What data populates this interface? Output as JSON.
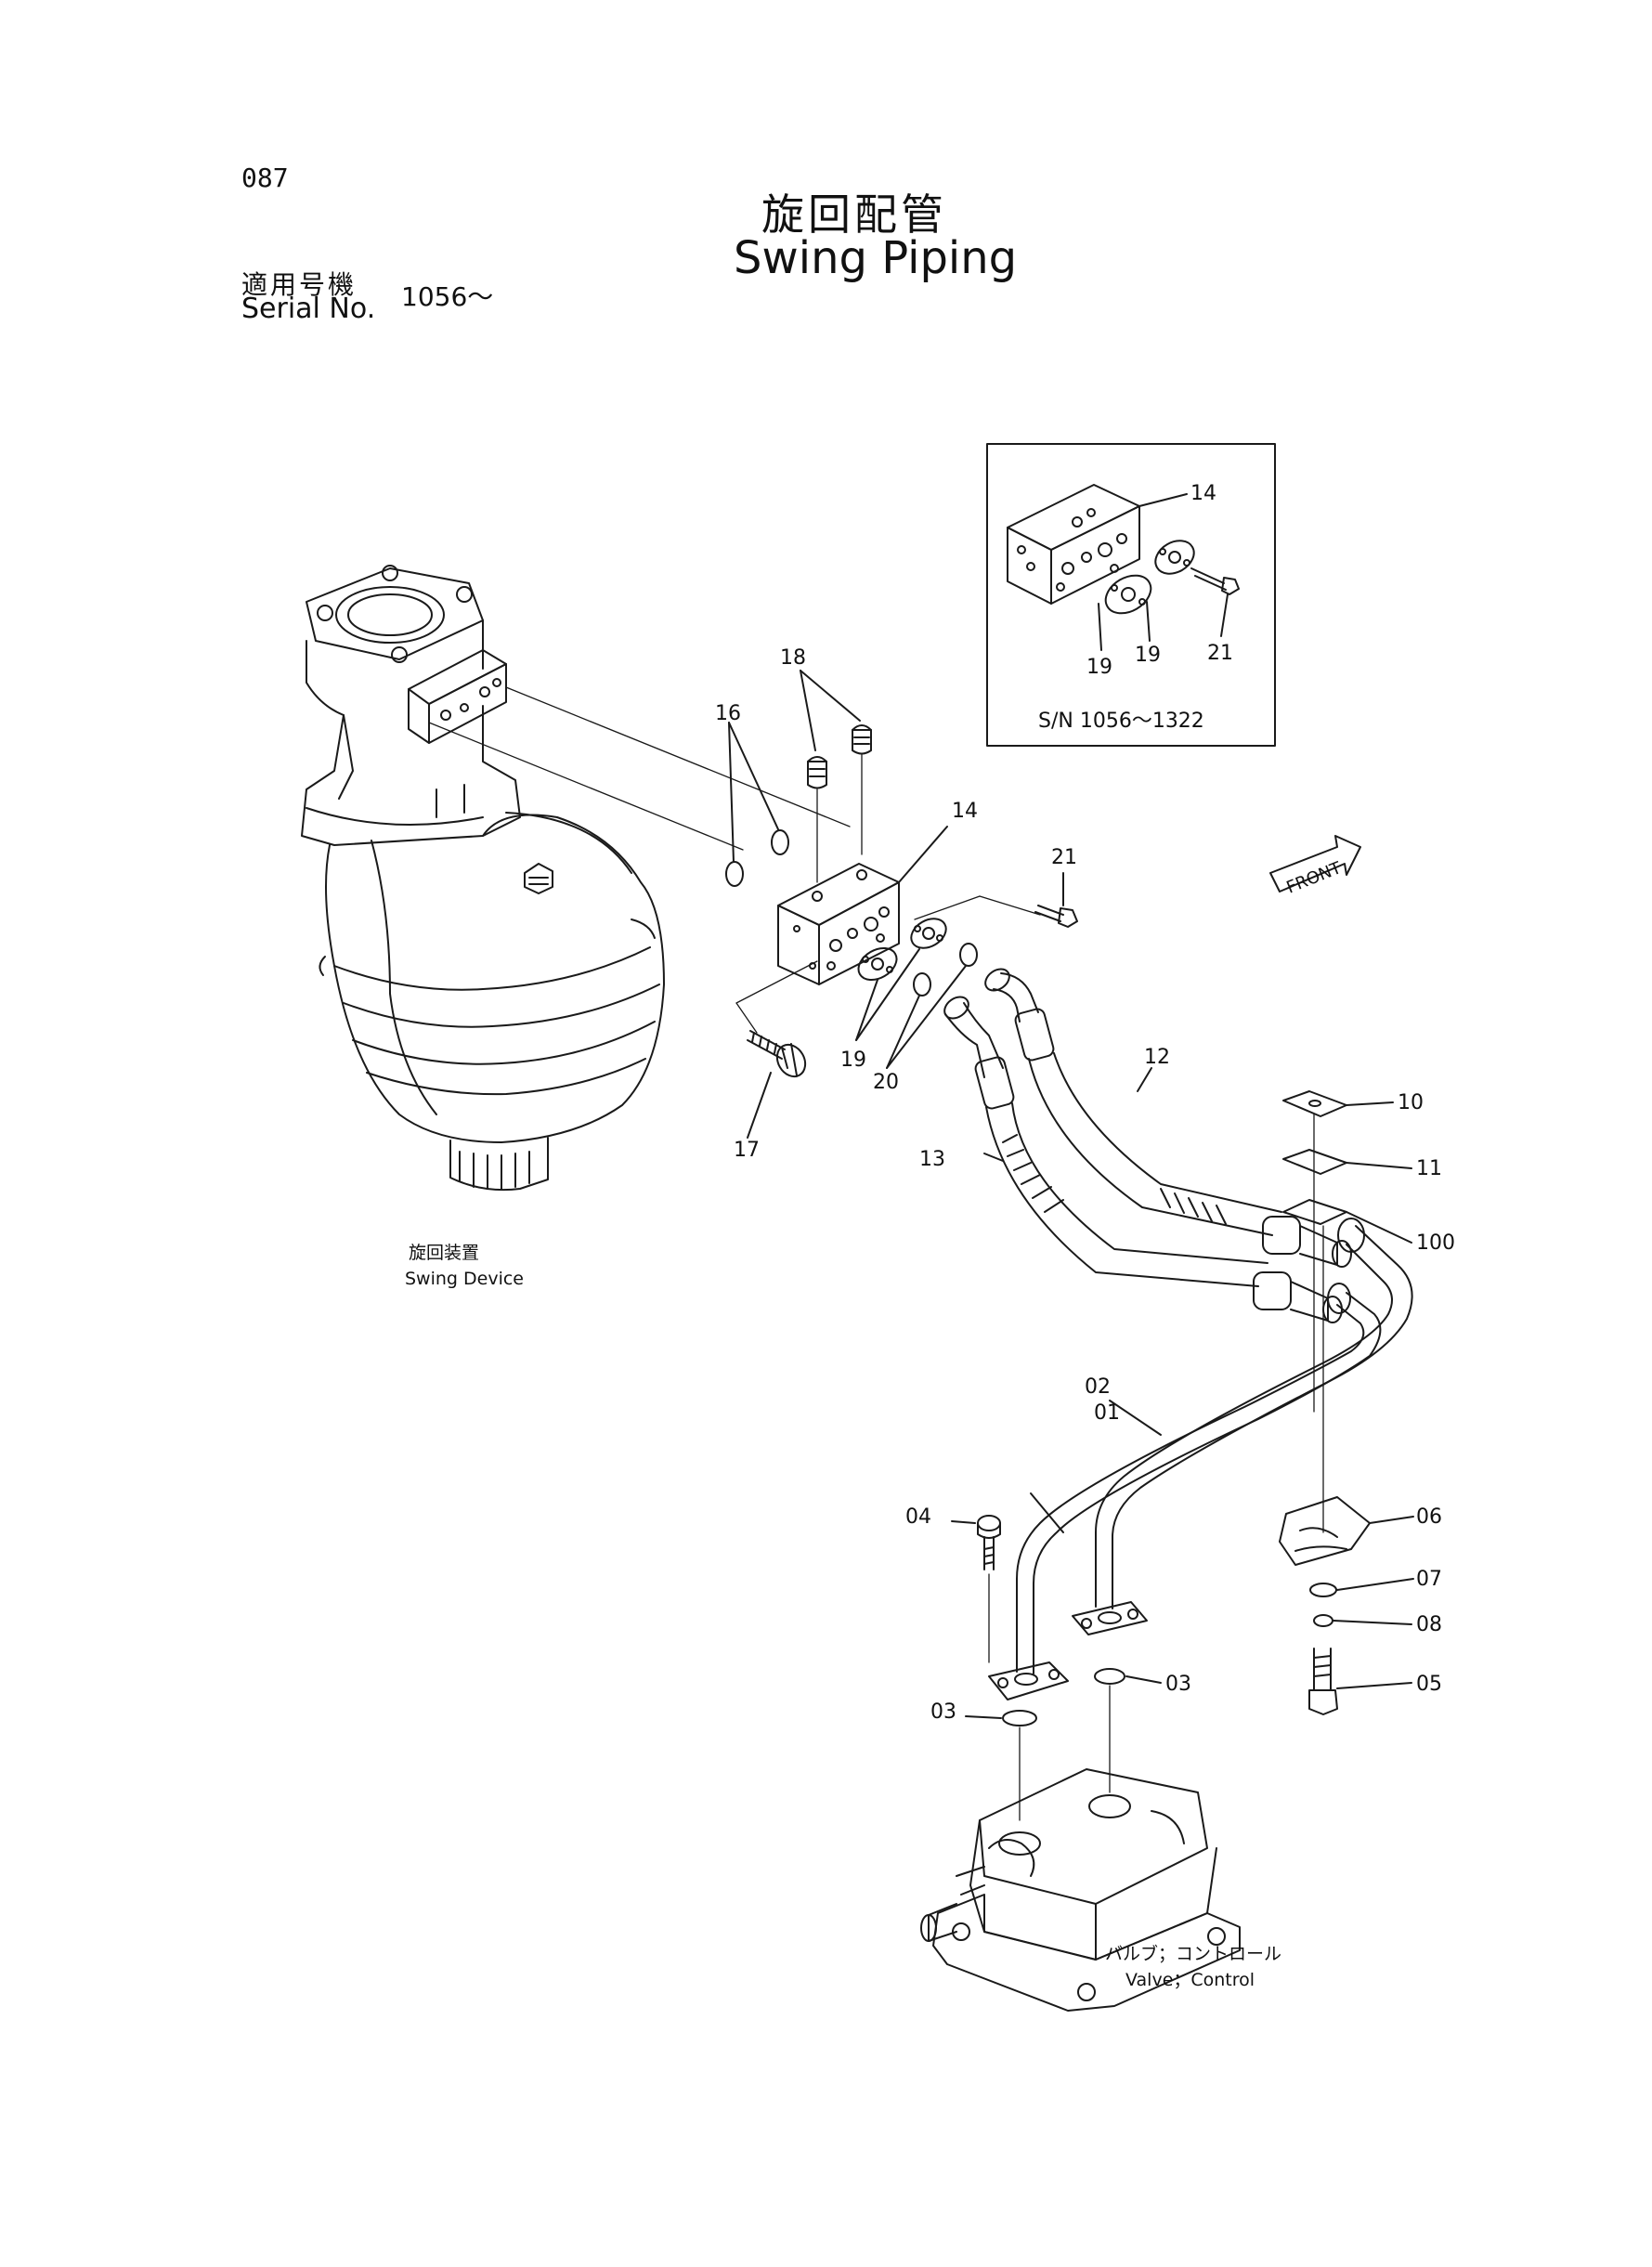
{
  "header": {
    "page_number": "087",
    "title_jp": "旋回配管",
    "title_en": "Swing Piping",
    "serial_label_jp": "適用号機",
    "serial_label_en": "Serial No.",
    "serial_value": "1056～"
  },
  "inset": {
    "caption": "S/N 1056～1322",
    "labels": [
      "14",
      "19",
      "19",
      "21"
    ]
  },
  "components": {
    "swing_device_jp": "旋回装置",
    "swing_device_en": "Swing Device",
    "valve_jp": "バルブ；コントロール",
    "valve_en": "Valve；Control",
    "front_marker": "FRONT"
  },
  "part_labels": {
    "p01": "01",
    "p02": "02",
    "p03a": "03",
    "p03b": "03",
    "p04": "04",
    "p05": "05",
    "p06": "06",
    "p07": "07",
    "p08": "08",
    "p10": "10",
    "p11": "11",
    "p100": "100",
    "p12": "12",
    "p13": "13",
    "p14": "14",
    "p16": "16",
    "p17": "17",
    "p18": "18",
    "p19": "19",
    "p20": "20",
    "p21": "21"
  }
}
